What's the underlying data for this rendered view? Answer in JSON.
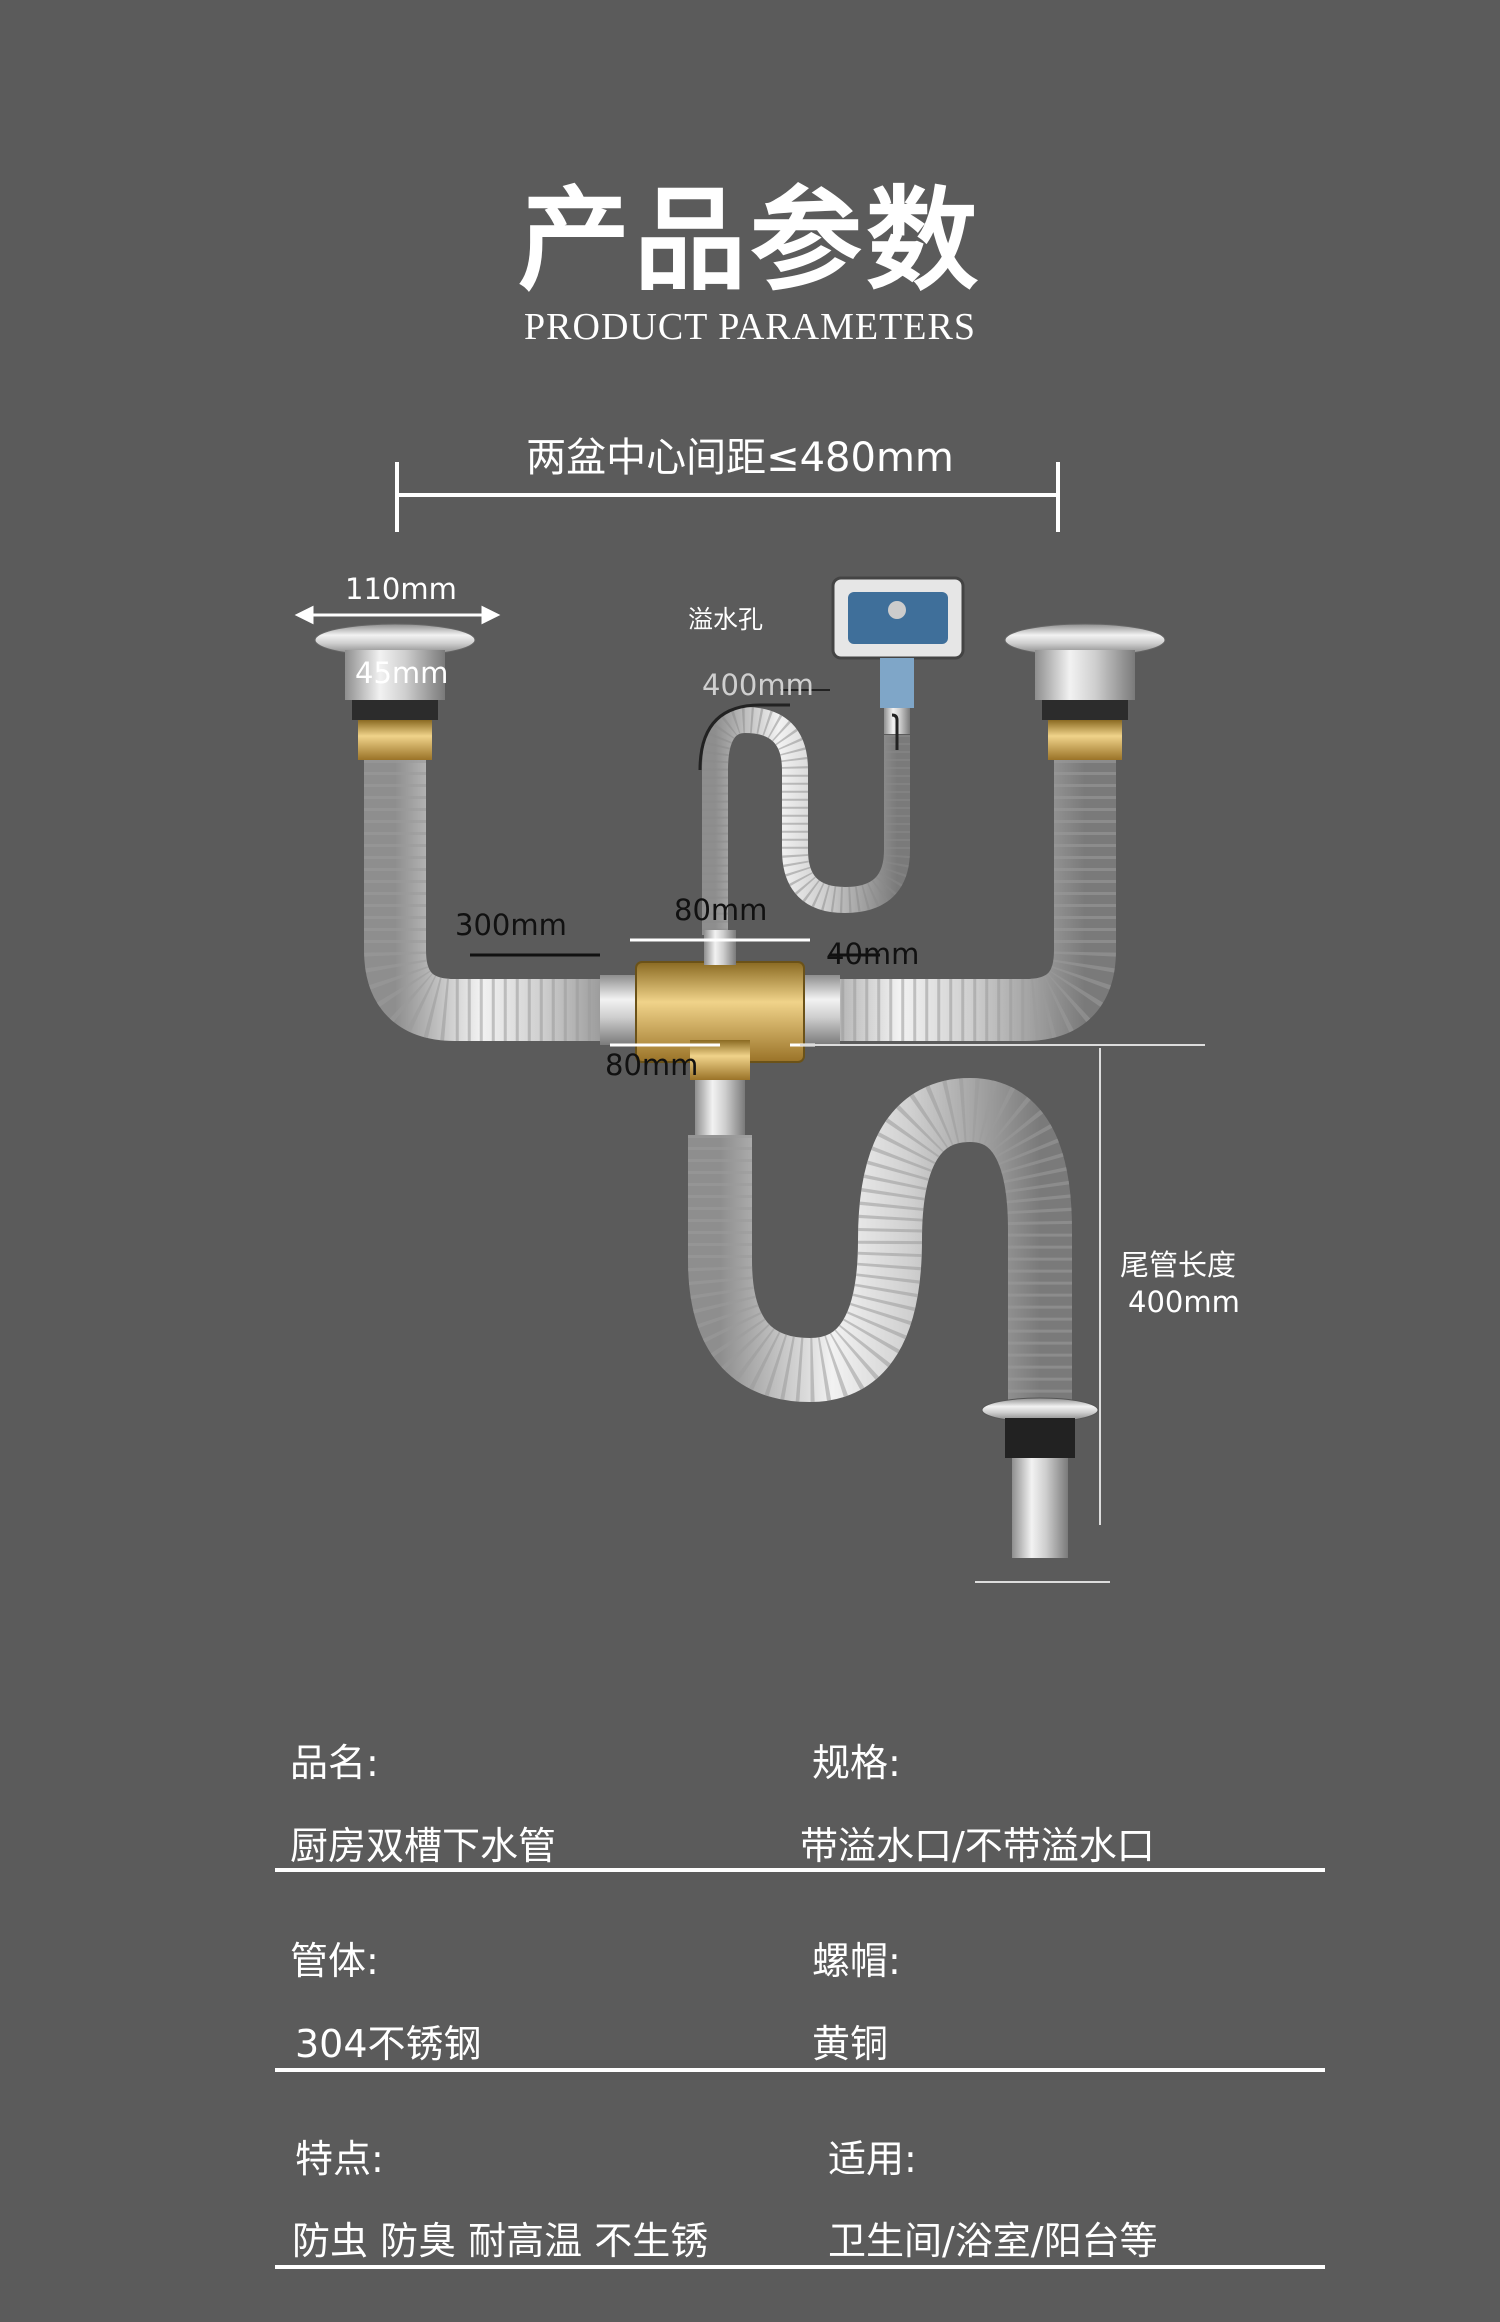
{
  "header": {
    "title": "产品参数",
    "subtitle": "PRODUCT PARAMETERS"
  },
  "diagram": {
    "basin_spacing": "两盆中心间距≤480mm",
    "strainer_width": "110mm",
    "strainer_neck": "45mm",
    "overflow_label": "溢水孔",
    "overflow_hose": "400mm",
    "branch_pipe": "300mm",
    "tee_top": "80mm",
    "tee_side": "40mm",
    "tee_bottom": "80mm",
    "tail_label": "尾管长度",
    "tail_length": "400mm",
    "colors": {
      "pipe": "#d8d8d8",
      "brass": "#c9a24a",
      "overflow_box": "#3f6f9a"
    }
  },
  "specs": [
    {
      "label": "品名:",
      "value": "厨房双槽下水管"
    },
    {
      "label": "规格:",
      "value": "带溢水口/不带溢水口"
    },
    {
      "label": "管体:",
      "value": "304不锈钢"
    },
    {
      "label": "螺帽:",
      "value": "黄铜"
    },
    {
      "label": "特点:",
      "value": "防虫 防臭 耐高温 不生锈"
    },
    {
      "label": "适用:",
      "value": "卫生间/浴室/阳台等"
    }
  ]
}
